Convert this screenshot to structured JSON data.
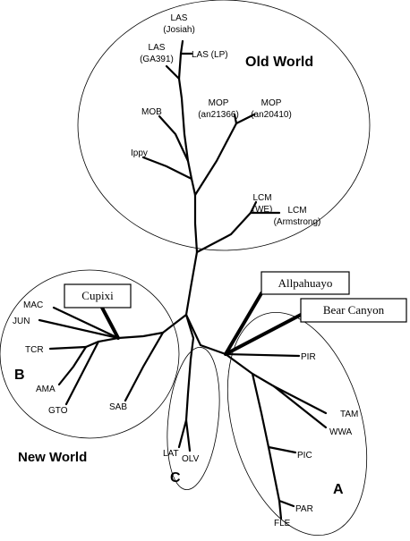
{
  "groups": {
    "old_world": "Old World",
    "new_world": "New World",
    "a": "A",
    "b": "B",
    "c": "C"
  },
  "taxa": {
    "las_josiah_1": "LAS",
    "las_josiah_2": "(Josiah)",
    "las_ga391_1": "LAS",
    "las_ga391_2": "(GA391)",
    "las_lp": "LAS (LP)",
    "mob": "MOB",
    "mop_an21366_1": "MOP",
    "mop_an21366_2": "(an21366)",
    "mop_an20410_1": "MOP",
    "mop_an20410_2": "(an20410)",
    "ippy": "Ippy",
    "lcm_we_1": "LCM",
    "lcm_we_2": "(WE)",
    "lcm_armstrong_1": "LCM",
    "lcm_armstrong_2": "(Armstrong)",
    "mac": "MAC",
    "jun": "JUN",
    "tcr": "TCR",
    "ama": "AMA",
    "gto": "GTO",
    "sab": "SAB",
    "lat": "LAT",
    "olv": "OLV",
    "pir": "PIR",
    "tam": "TAM",
    "wwa": "WWA",
    "pic": "PIC",
    "par": "PAR",
    "fle": "FLE"
  },
  "boxes": {
    "cupixi": "Cupixi",
    "allpahuayo": "Allpahuayo",
    "bear_canyon": "Bear Canyon"
  }
}
